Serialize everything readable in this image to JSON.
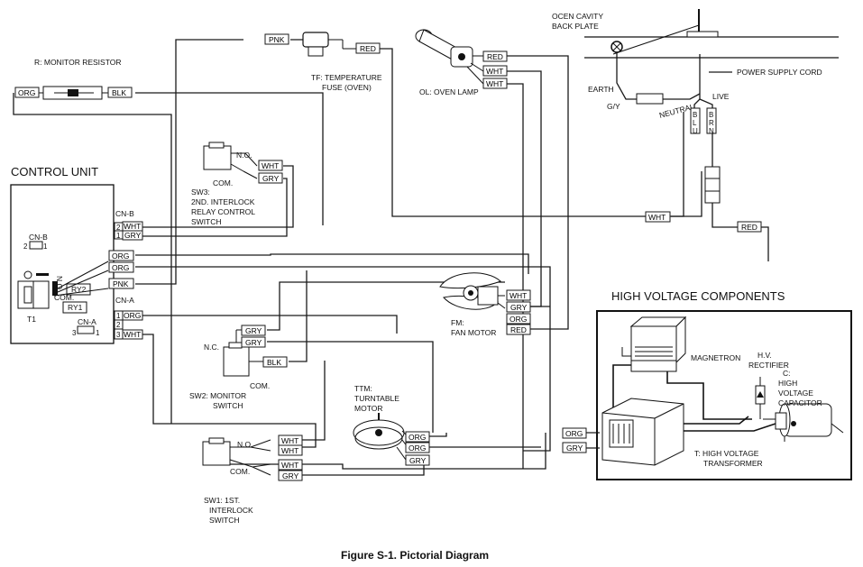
{
  "labels": {
    "oven_cavity": [
      "OCEN CAVITY",
      "BACK PLATE"
    ],
    "power_cord": "POWER SUPPLY CORD",
    "earth": "EARTH",
    "gy": "G/Y",
    "neutral": "NEUTRAL",
    "live": "LIVE",
    "monitor_resistor": "R: MONITOR RESISTOR",
    "temp_fuse": [
      "TF: TEMPERATURE",
      "FUSE (OVEN)"
    ],
    "oven_lamp": "OL: OVEN LAMP",
    "control_unit": "CONTROL UNIT",
    "cnb": "CN-B",
    "cna": "CN-A",
    "cnb_inner": "CN-B",
    "cna_inner": "CN-A",
    "ry2": "RY2",
    "ry1": "RY1",
    "t1": "T1",
    "com": "COM.",
    "no": "N.O.",
    "nc": "N.C.",
    "sw3": [
      "SW3:",
      "2ND. INTERLOCK",
      "RELAY CONTROL",
      "SWITCH"
    ],
    "sw2": [
      "SW2: MONITOR",
      "SWITCH"
    ],
    "sw1": [
      "SW1: 1ST.",
      "INTERLOCK",
      "SWITCH"
    ],
    "fan_motor": [
      "FM:",
      "FAN MOTOR"
    ],
    "turntable": [
      "TTM:",
      "TURNTABLE",
      "MOTOR"
    ],
    "hv_components": "HIGH VOLTAGE COMPONENTS",
    "magnetron": "MAGNETRON",
    "hv_rectifier": [
      "H.V.",
      "RECTIFIER"
    ],
    "hv_capacitor": [
      "C:",
      "HIGH",
      "VOLTAGE",
      "CAPACITOR"
    ],
    "hv_transformer": [
      "T: HIGH VOLTAGE",
      "TRANSFORMER"
    ],
    "blu": [
      "B",
      "L",
      "U"
    ],
    "brn": [
      "B",
      "R",
      "N"
    ],
    "caption": "Figure S-1. Pictorial Diagram"
  },
  "pins": {
    "cnb_2": "2",
    "cnb_1": "1",
    "cna_1": "1",
    "cna_2": "2",
    "cna_3": "3",
    "cnb_small_2": "2",
    "cnb_small_1": "1",
    "cna_small_3": "3",
    "cna_small_1": "1"
  },
  "tags": {
    "org_r": "ORG",
    "blk_r": "BLK",
    "pnk_top": "PNK",
    "red_tf": "RED",
    "red_ol": "RED",
    "wht_ol1": "WHT",
    "wht_ol2": "WHT",
    "wht_sw3": "WHT",
    "gry_sw3": "GRY",
    "cnb_wht": "WHT",
    "cnb_gry": "GRY",
    "cu_org1": "ORG",
    "cu_org2": "ORG",
    "cu_pnk": "PNK",
    "cna_org": "ORG",
    "cna_wht": "WHT",
    "sw2_gry1": "GRY",
    "sw2_gry2": "GRY",
    "sw2_blk": "BLK",
    "wht_mid": "WHT",
    "red_right": "RED",
    "fm_wht": "WHT",
    "fm_gry": "GRY",
    "fm_org": "ORG",
    "fm_red": "RED",
    "ttm_org1": "ORG",
    "ttm_org2": "ORG",
    "ttm_gry": "GRY",
    "sw1_wht1": "WHT",
    "sw1_wht2": "WHT",
    "sw1_wht3": "WHT",
    "sw1_gry": "GRY",
    "hv_org": "ORG",
    "hv_gry": "GRY"
  }
}
